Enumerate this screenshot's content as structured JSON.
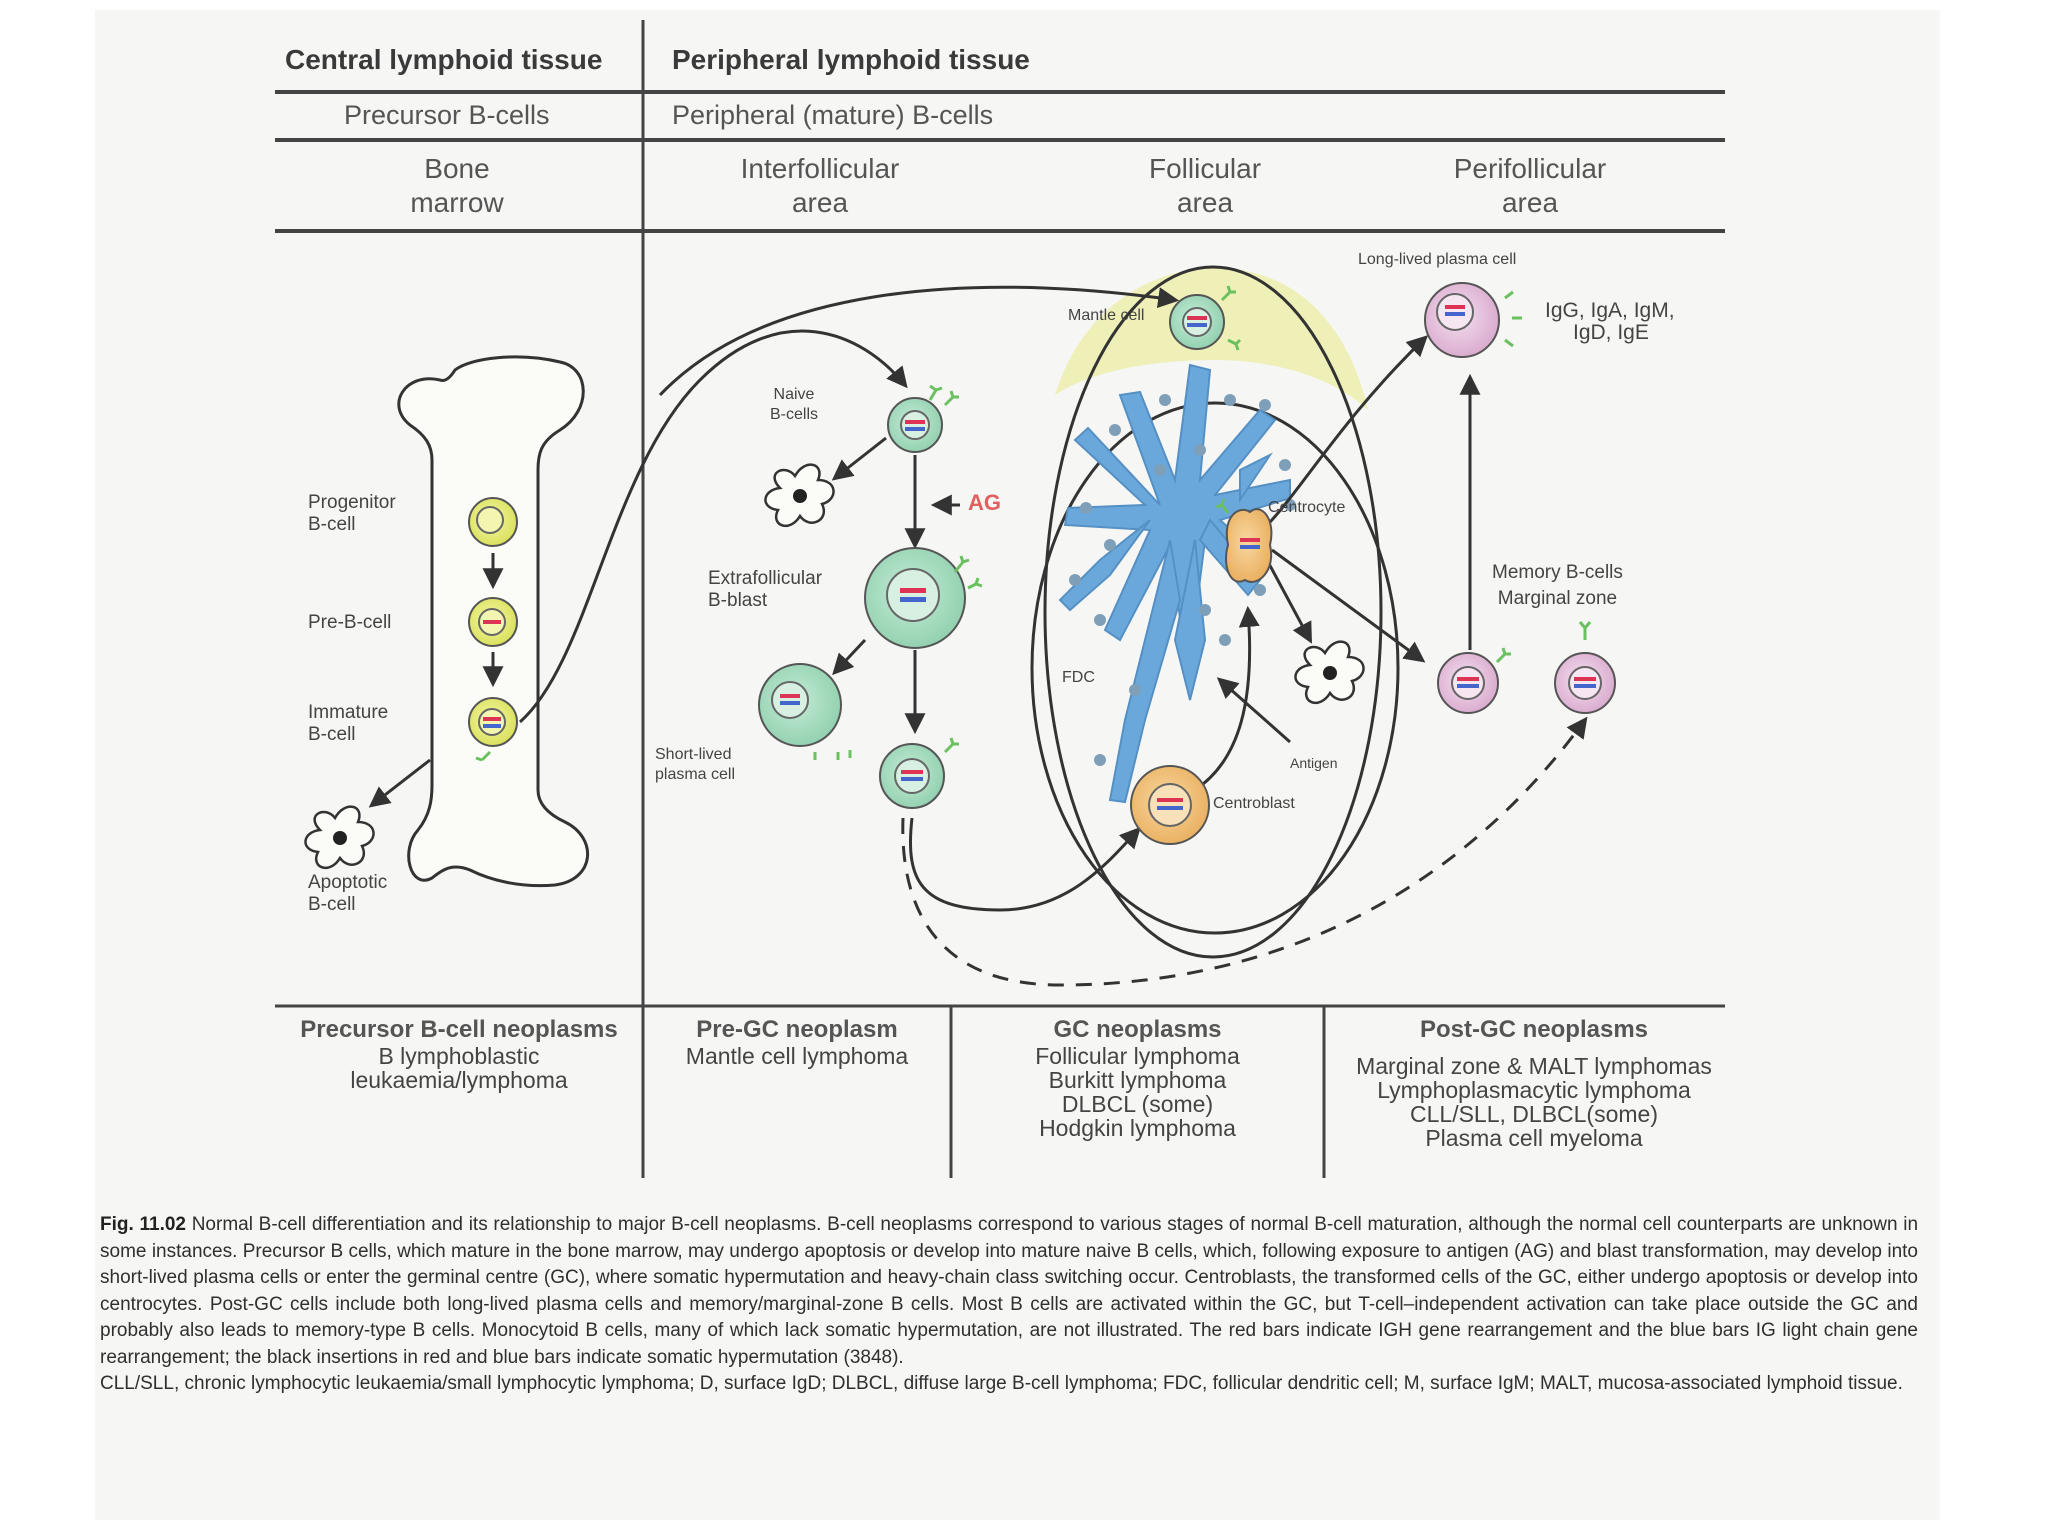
{
  "header": {
    "central": "Central lymphoid tissue",
    "peripheral": "Peripheral lymphoid tissue",
    "precursor": "Precursor B-cells",
    "mature": "Peripheral (mature) B-cells"
  },
  "areas": {
    "bone_marrow": [
      "Bone",
      "marrow"
    ],
    "interfollicular": [
      "Interfollicular",
      "area"
    ],
    "follicular": [
      "Follicular",
      "area"
    ],
    "perifollicular": [
      "Perifollicular",
      "area"
    ]
  },
  "labels": {
    "progenitor": [
      "Progenitor",
      "B-cell"
    ],
    "pre_b": "Pre-B-cell",
    "immature": [
      "Immature",
      "B-cell"
    ],
    "apoptotic": [
      "Apoptotic",
      "B-cell"
    ],
    "naive": [
      "Naive",
      "B-cells"
    ],
    "ag": "AG",
    "extrafollicular": [
      "Extrafollicular",
      "B-blast"
    ],
    "short_lived": [
      "Short-lived",
      "plasma cell"
    ],
    "mantle": "Mantle cell",
    "fdc": "FDC",
    "centrocyte": "Centrocyte",
    "antigen": "Antigen",
    "centroblast": "Centroblast",
    "long_lived": "Long-lived plasma cell",
    "ig": [
      "IgG, IgA, IgM,",
      "IgD, IgE"
    ],
    "memory": [
      "Memory B-cells",
      "Marginal zone"
    ]
  },
  "neoplasms": [
    {
      "heading": "Precursor B-cell neoplasms",
      "lines": [
        "B lymphoblastic",
        "leukaemia/lymphoma"
      ]
    },
    {
      "heading": "Pre-GC neoplasm",
      "lines": [
        "Mantle cell lymphoma"
      ]
    },
    {
      "heading": "GC neoplasms",
      "lines": [
        "Follicular lymphoma",
        "Burkitt lymphoma",
        "DLBCL (some)",
        "Hodgkin lymphoma"
      ]
    },
    {
      "heading": "Post-GC neoplasms",
      "lines": [
        "Marginal zone & MALT lymphomas",
        "Lymphoplasmacytic lymphoma",
        "CLL/SLL, DLBCL(some)",
        "Plasma cell myeloma"
      ]
    }
  ],
  "caption": {
    "fig_label": "Fig. 11.02",
    "text": "Normal B-cell differentiation and its relationship to major B-cell neoplasms. B-cell neoplasms correspond to various stages of normal B-cell maturation, although the normal cell counterparts are unknown in some instances. Precursor B cells, which mature in the bone marrow, may undergo apoptosis or develop into mature naive B cells, which, following exposure to antigen (AG) and blast transformation, may develop into short-lived plasma cells or enter the germinal centre (GC), where somatic hypermutation and heavy-chain class switching occur. Centroblasts, the transformed cells of the GC, either undergo apoptosis or develop into centrocytes. Post-GC cells include both long-lived plasma cells and memory/marginal-zone B cells. Most B cells are activated within the GC, but T-cell–independent activation can take place outside the GC and probably also leads to memory-type B cells. Monocytoid B cells, many of which lack somatic hypermutation, are not illustrated. The red bars indicate IGH gene rearrangement and the blue bars IG light chain gene rearrangement; the black insertions in red and blue bars indicate somatic hypermutation (3848).",
    "abbreviations": "CLL/SLL, chronic lymphocytic leukaemia/small lymphocytic lymphoma; D, surface IgD; DLBCL, diffuse large B-cell lymphoma; FDC, follicular dendritic cell; M, surface IgM; MALT, mucosa-associated lymphoid tissue."
  },
  "colors": {
    "yellow_cell": "#e6ec7a",
    "green_cell": "#a8dcc0",
    "orange_cell": "#f2c27a",
    "pink_cell": "#e8c6e0",
    "fdc_blue": "#6aa8dc",
    "mantle_zone": "#eef0b8",
    "ag_red": "#e06060"
  }
}
